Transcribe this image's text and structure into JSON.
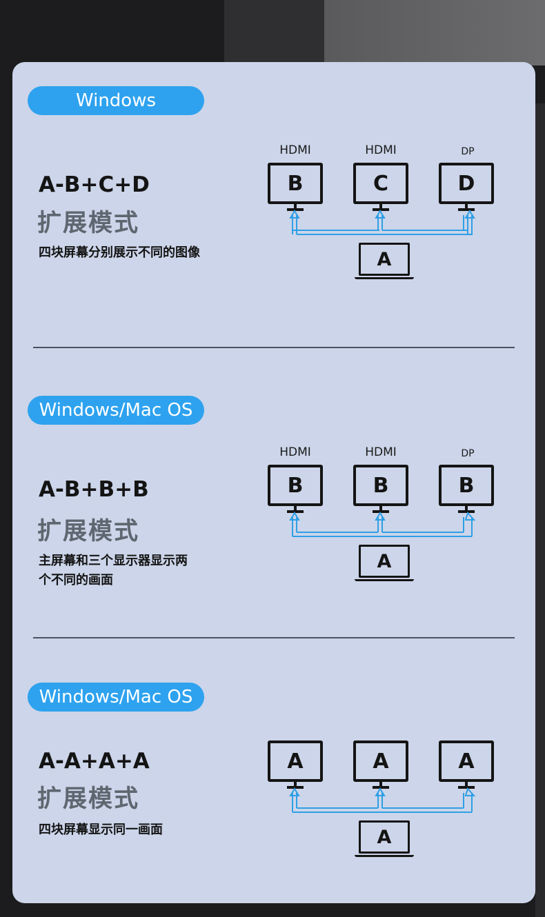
{
  "colors": {
    "pill": "#2ea2ef",
    "card": "#ccd5e9",
    "arrow": "#2e9fe6",
    "divider": "#475466"
  },
  "sections": [
    {
      "os": "Windows",
      "mode": "A-B+C+D",
      "subtitle": "扩展模式",
      "desc_lines": [
        "四块屏幕分别展示不同的图像"
      ],
      "monitors": [
        {
          "port": "HDMI",
          "label": "B"
        },
        {
          "port": "HDMI",
          "label": "C"
        },
        {
          "port": "DP",
          "label": "D"
        }
      ],
      "laptop": "A"
    },
    {
      "os": "Windows/Mac OS",
      "mode": "A-B+B+B",
      "subtitle": "扩展模式",
      "desc_lines": [
        "主屏幕和三个显示器显示两",
        "个不同的画面"
      ],
      "monitors": [
        {
          "port": "HDMI",
          "label": "B"
        },
        {
          "port": "HDMI",
          "label": "B"
        },
        {
          "port": "DP",
          "label": "B"
        }
      ],
      "laptop": "A"
    },
    {
      "os": "Windows/Mac OS",
      "mode": "A-A+A+A",
      "subtitle": "扩展模式",
      "desc_lines": [
        "四块屏幕显示同一画面"
      ],
      "monitors": [
        {
          "port": "",
          "label": "A"
        },
        {
          "port": "",
          "label": "A"
        },
        {
          "port": "",
          "label": "A"
        }
      ],
      "laptop": "A"
    }
  ]
}
